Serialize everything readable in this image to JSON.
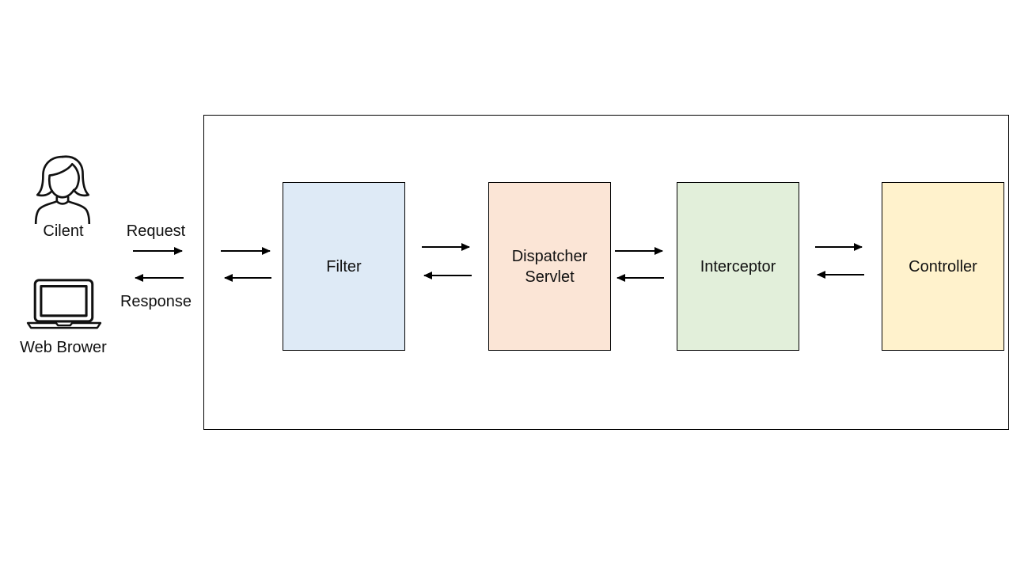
{
  "client": {
    "label": "Cilent"
  },
  "browser": {
    "label": "Web Brower"
  },
  "flow": {
    "request": "Request",
    "response": "Response"
  },
  "boxes": [
    {
      "id": "filter",
      "label": "Filter",
      "fill": "#DEEAF6"
    },
    {
      "id": "dispatcher-servlet",
      "label": "Dispatcher Servlet",
      "fill": "#FBE5D6"
    },
    {
      "id": "interceptor",
      "label": "Interceptor",
      "fill": "#E2EFDA"
    },
    {
      "id": "controller",
      "label": "Controller",
      "fill": "#FFF2CC"
    }
  ],
  "icons": {
    "client": "person-icon",
    "browser": "laptop-icon"
  },
  "colors": {
    "background": "#FFFFFF",
    "border": "#000000",
    "text": "#111111",
    "arrow": "#000000"
  }
}
